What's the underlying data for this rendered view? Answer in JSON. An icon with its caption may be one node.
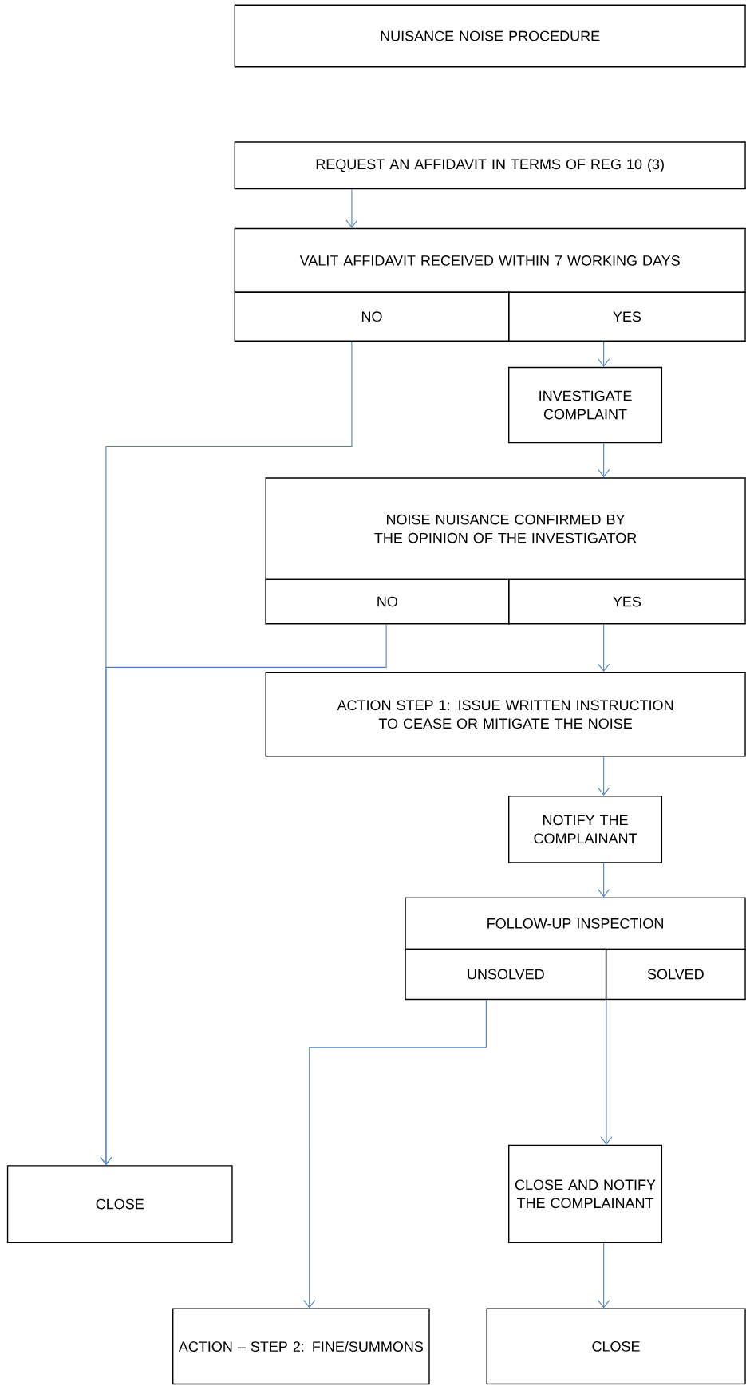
{
  "diagram": {
    "nodes": [
      {
        "text": [
          "NUISANCE NOISE PROCEDURE"
        ]
      },
      {
        "text": [
          "REQUEST AN AFFIDAVIT IN TERMS OF REG 10 (3)"
        ]
      },
      {
        "text": [
          "VALIT AFFIDAVIT RECEIVED WITHIN 7 WORKING DAYS"
        ]
      },
      {
        "text": [
          "NO"
        ]
      },
      {
        "text": [
          "YES"
        ]
      },
      {
        "text": [
          "INVESTIGATE COMPLAINT"
        ]
      },
      {
        "text": [
          "NOISE NUISANCE CONFIRMED BY THE OPINION OF THE INVESTIGATOR"
        ]
      },
      {
        "text": [
          "NO"
        ]
      },
      {
        "text": [
          "YES"
        ]
      },
      {
        "text": [
          "ACTION STEP 1: ISSUE WRITTEN INSTRUCTION TO CEASE OR MITIGATE THE NOISE"
        ]
      },
      {
        "text": [
          "NOTIFY THE COMPLAINANT"
        ]
      },
      {
        "text": [
          "FOLLOW-UP INSPECTION"
        ]
      },
      {
        "text": [
          "UNSOLVED"
        ]
      },
      {
        "text": [
          "SOLVED"
        ]
      },
      {
        "text": [
          "CLOSE"
        ]
      },
      {
        "text": [
          "CLOSE AND NOTIFY THE COMPLAINANT"
        ]
      },
      {
        "text": [
          "ACTION – STEP 2: FINE/SUMMONS"
        ]
      },
      {
        "text": [
          "CLOSE"
        ]
      }
    ],
    "edges": [
      {
        "from": 1,
        "to": 2,
        "arrow": "to"
      },
      {
        "from": 4,
        "to": 5,
        "arrow": "to"
      },
      {
        "from": 3,
        "to": 14,
        "arrow": "to"
      },
      {
        "from": 5,
        "to": 6,
        "arrow": "to"
      },
      {
        "from": 7,
        "to": 14,
        "arrow": "to"
      },
      {
        "from": 8,
        "to": 9,
        "arrow": "to"
      },
      {
        "from": 9,
        "to": 10,
        "arrow": "to"
      },
      {
        "from": 10,
        "to": 11,
        "arrow": "to"
      },
      {
        "from": 12,
        "to": 16,
        "arrow": "to"
      },
      {
        "from": 13,
        "to": 15,
        "arrow": "to"
      },
      {
        "from": 15,
        "to": 17,
        "arrow": "to"
      }
    ]
  }
}
